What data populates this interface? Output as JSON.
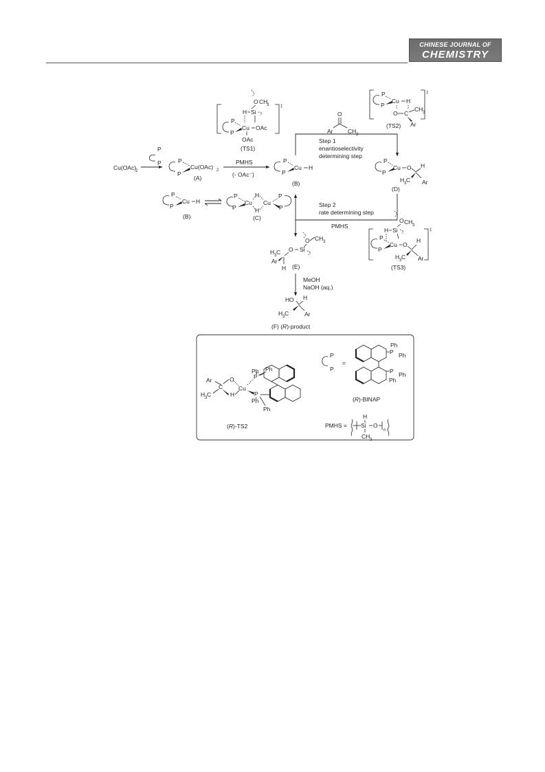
{
  "header": {
    "journal_line1": "CHINESE JOURNAL OF",
    "journal_line2": "CHEMISTRY"
  },
  "scheme": {
    "start_material": "Cu(OAc)",
    "start_sub": "2",
    "ligand_P": "P",
    "A_complex": "Cu(OAc)",
    "A_sub": "2",
    "A_label": "(A)",
    "pmhs_reagent": "PMHS",
    "loss_label": "(- OAc⁻)",
    "B_label": "(B)",
    "C_label": "(C)",
    "D_label": "(D)",
    "E_label": "(E)",
    "TS1_label": "(TS1)",
    "TS2_label": "(TS2)",
    "TS3_label": "(TS3)",
    "double_dagger": "‡",
    "step1_title": "Step 1",
    "step1_line1": "enantioselectivity",
    "step1_line2": "determining step",
    "step2_title": "Step 2",
    "step2_line1": "rate determining step",
    "pmhs_step2": "PMHS",
    "meoh": "MeOH",
    "naoh": "NaOH (aq.)",
    "product_label_pre": "(F) (",
    "product_label_R": "R",
    "product_label_post": ")-product",
    "Cu": "Cu",
    "H": "H",
    "O": "O",
    "Si": "Si",
    "Ar": "Ar",
    "OAc": "OAc",
    "CH3": "CH",
    "H3C": "H",
    "three": "3",
    "C": "C"
  },
  "inset": {
    "Ph": "Ph",
    "rTS2_pre": "(",
    "rTS2_R": "R",
    "rTS2_post": ")-TS2",
    "binap_pre": "(",
    "binap_R": "R",
    "binap_post": ")-BINAP",
    "equals": "=",
    "pmhs_eq": "PMHS =",
    "n": "n"
  }
}
